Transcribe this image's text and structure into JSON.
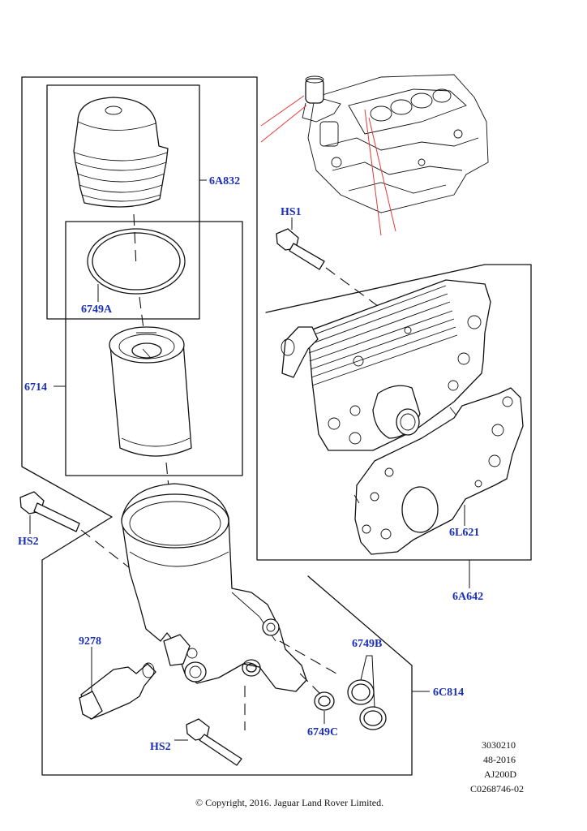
{
  "callouts": {
    "cap": "6A832",
    "cap_seal": "6749A",
    "filter": "6714",
    "bolt_top": "HS1",
    "cooler": "6A642",
    "cooler_gasket": "6L621",
    "bolt_left": "HS2",
    "sensor": "9278",
    "seals_b": "6749B",
    "seal_c": "6749C",
    "housing": "6C814",
    "bolt_bottom": "HS2"
  },
  "reference": {
    "line1": "3030210",
    "line2": "48-2016",
    "line3": "AJ200D",
    "line4": "C0268746-02"
  },
  "copyright": "© Copyright, 2016. Jaguar Land Rover Limited."
}
